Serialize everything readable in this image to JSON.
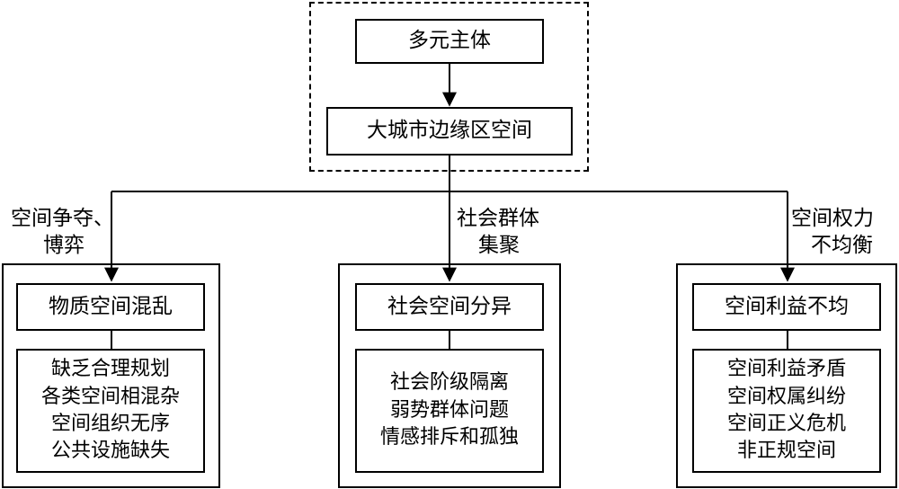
{
  "top": {
    "actor": "多元主体",
    "space": "大城市边缘区空间"
  },
  "edges": {
    "left": [
      "空间争夺、",
      "博弈"
    ],
    "middle": [
      "社会群体",
      "集聚"
    ],
    "right": [
      "空间权力",
      "不均衡"
    ]
  },
  "groups": [
    {
      "title": "物质空间混乱",
      "items": [
        "缺乏合理规划",
        "各类空间相混杂",
        "空间组织无序",
        "公共设施缺失"
      ]
    },
    {
      "title": "社会空间分异",
      "items": [
        "社会阶级隔离",
        "弱势群体问题",
        "情感排斥和孤独"
      ]
    },
    {
      "title": "空间利益不均",
      "items": [
        "空间利益矛盾",
        "空间权属纠纷",
        "空间正义危机",
        "非正规空间"
      ]
    }
  ]
}
